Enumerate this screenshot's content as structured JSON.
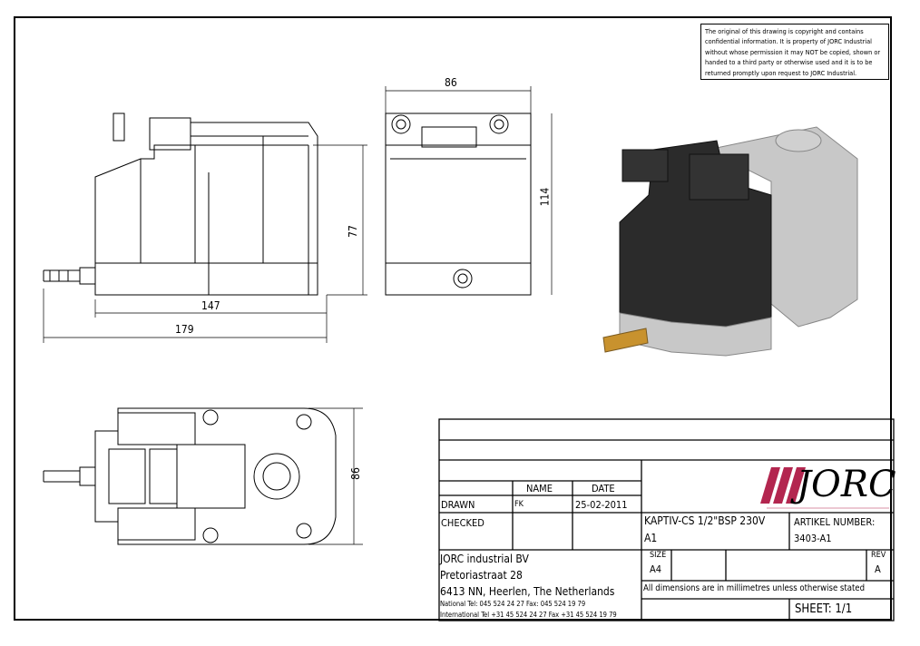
{
  "copyright_notice": "The original of this drawing is copyright and contains confidential information. It is property of JORC Industrial without whose permission it may NOT be copied, shown or handed to a third party or otherwise used and it is to be returned promptly upon request to JORC Industrial.",
  "dimensions": {
    "side_width": "86",
    "side_height": "114",
    "front_height": "77",
    "front_body_length": "147",
    "front_total_length": "179",
    "top_width": "86"
  },
  "colors": {
    "logo_accent": "#b3264f",
    "housing": "#2b2b2b",
    "base": "#c8c8c8",
    "fitting": "#c8922e"
  },
  "title_block": {
    "name_header": "NAME",
    "date_header": "DATE",
    "drawn_label": "DRAWN",
    "drawn_name": "FK",
    "drawn_date": "25-02-2011",
    "checked_label": "CHECKED",
    "logo_text": "JORC",
    "product_line1": "KAPTIV-CS 1/2\"BSP 230V",
    "product_line2": "A1",
    "artikel_label": "ARTIKEL NUMBER:",
    "artikel_value": "3403-A1",
    "size_label": "SIZE",
    "size_value": "A4",
    "rev_label": "REV",
    "rev_value": "A",
    "dims_note": "All dimensions are in millimetres unless otherwise stated",
    "sheet": "SHEET: 1/1",
    "company": "JORC industrial BV",
    "street": "Pretoriastraat 28",
    "city": "6413 NN, Heerlen, The Netherlands",
    "national": "National Tel: 045 524 24 27    Fax: 045 524 19 79",
    "international": "International Tel +31 45 524 24 27 Fax +31 45 524 19 79"
  }
}
